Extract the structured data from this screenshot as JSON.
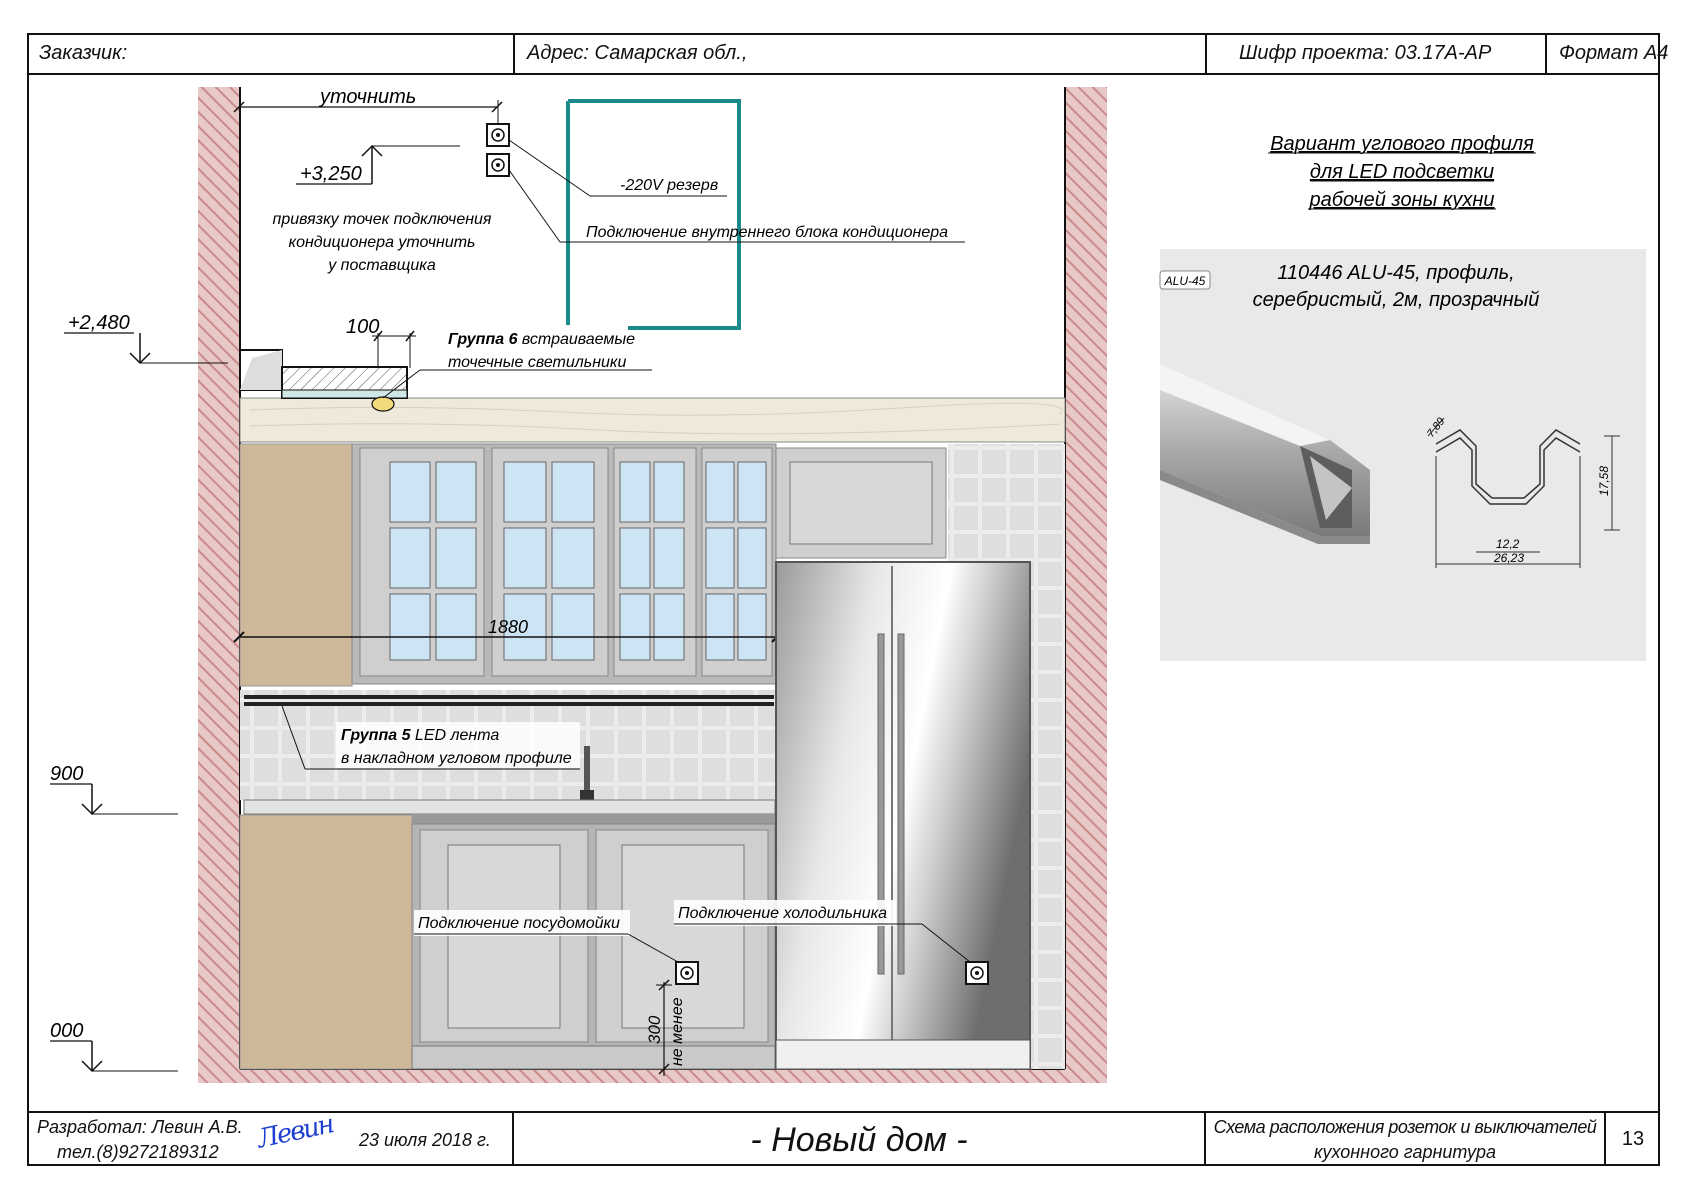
{
  "header": {
    "customer_label": "Заказчик:",
    "address_label": "Адрес: Самарская обл.,",
    "project_code": "Шифр проекта: 03.17А-АР",
    "format": "Формат А4"
  },
  "drawing": {
    "dim_clarify": "уточнить",
    "elev_3250": "+3,250",
    "note_ac_line1": "привязку точек подключения",
    "note_ac_line2": "кондиционера уточнить",
    "note_ac_line3": "у поставщика",
    "label_220v": "-220V резерв",
    "label_ac_unit": "Подключение внутреннего блока кондиционера",
    "elev_2480": "+2,480",
    "dim_100": "100",
    "group6_bold": "Группа 6",
    "group6_rest": " встраиваемые",
    "group6_line2": "точечные светильники",
    "dim_1880": "1880",
    "group5_bold": "Группа 5",
    "group5_rest": "  LED лента",
    "group5_line2": "в накладном угловом профиле",
    "elev_900": "900",
    "elev_000": "000",
    "label_dishwasher": "Подключение посудомойки",
    "label_fridge": "Подключение холодильника",
    "dim_300": "300",
    "dim_not_less": "не менее"
  },
  "profile": {
    "title_line1": "Вариант углового профиля",
    "title_line2": "для LED подсветки",
    "title_line3": "рабочей зоны кухни",
    "product_line1": "110446 ALU-45, профиль,",
    "product_line2": "серебристый, 2м, прозрачный",
    "badge": "ALU-45",
    "dim_789": "7,89",
    "dim_1758": "17,58",
    "dim_122": "12,2",
    "dim_2623": "26,23"
  },
  "footer": {
    "developer": "Разработал: Левин А.В.",
    "phone": "тел.(8)9272189312",
    "signature": "Левин",
    "date": "23 июля 2018 г.",
    "project_title": "- Новый дом -",
    "sheet_title_line1": "Схема расположения розеток и выключателей",
    "sheet_title_line2": "кухонного гарнитура",
    "sheet_number": "13"
  },
  "colors": {
    "wall_hatch": "#c98a8a",
    "frame_teal": "#1a8a8a",
    "cabinet_tan": "#cdb89a",
    "glass_blue": "#cde4f5",
    "tile_grey": "#d4d4d4"
  }
}
